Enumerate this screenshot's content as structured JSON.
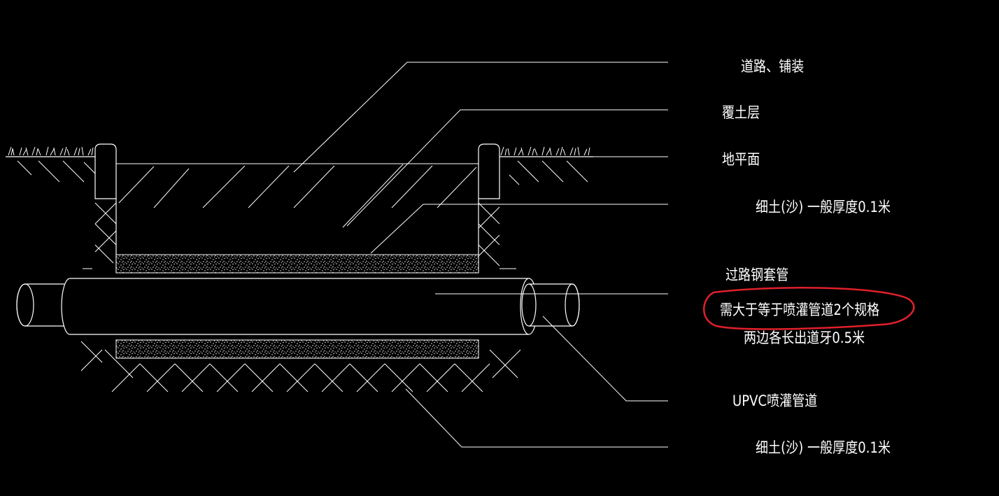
{
  "labels": {
    "road_paving": "道路、铺装",
    "cover_soil": "覆土层",
    "ground_level": "地平面",
    "fine_soil_top": "细土(沙)  一般厚度0.1米",
    "steel_casing": "过路钢套管",
    "casing_note": "需大于等于喷灌管道2个规格",
    "extension_note": "两边各长出道牙0.5米",
    "upvc_pipe": "UPVC喷灌管道",
    "fine_soil_bottom": "细土(沙)  一般厚度0.1米"
  },
  "colors": {
    "background": "#000000",
    "line": "#ffffff",
    "highlight": "#e0202a"
  }
}
